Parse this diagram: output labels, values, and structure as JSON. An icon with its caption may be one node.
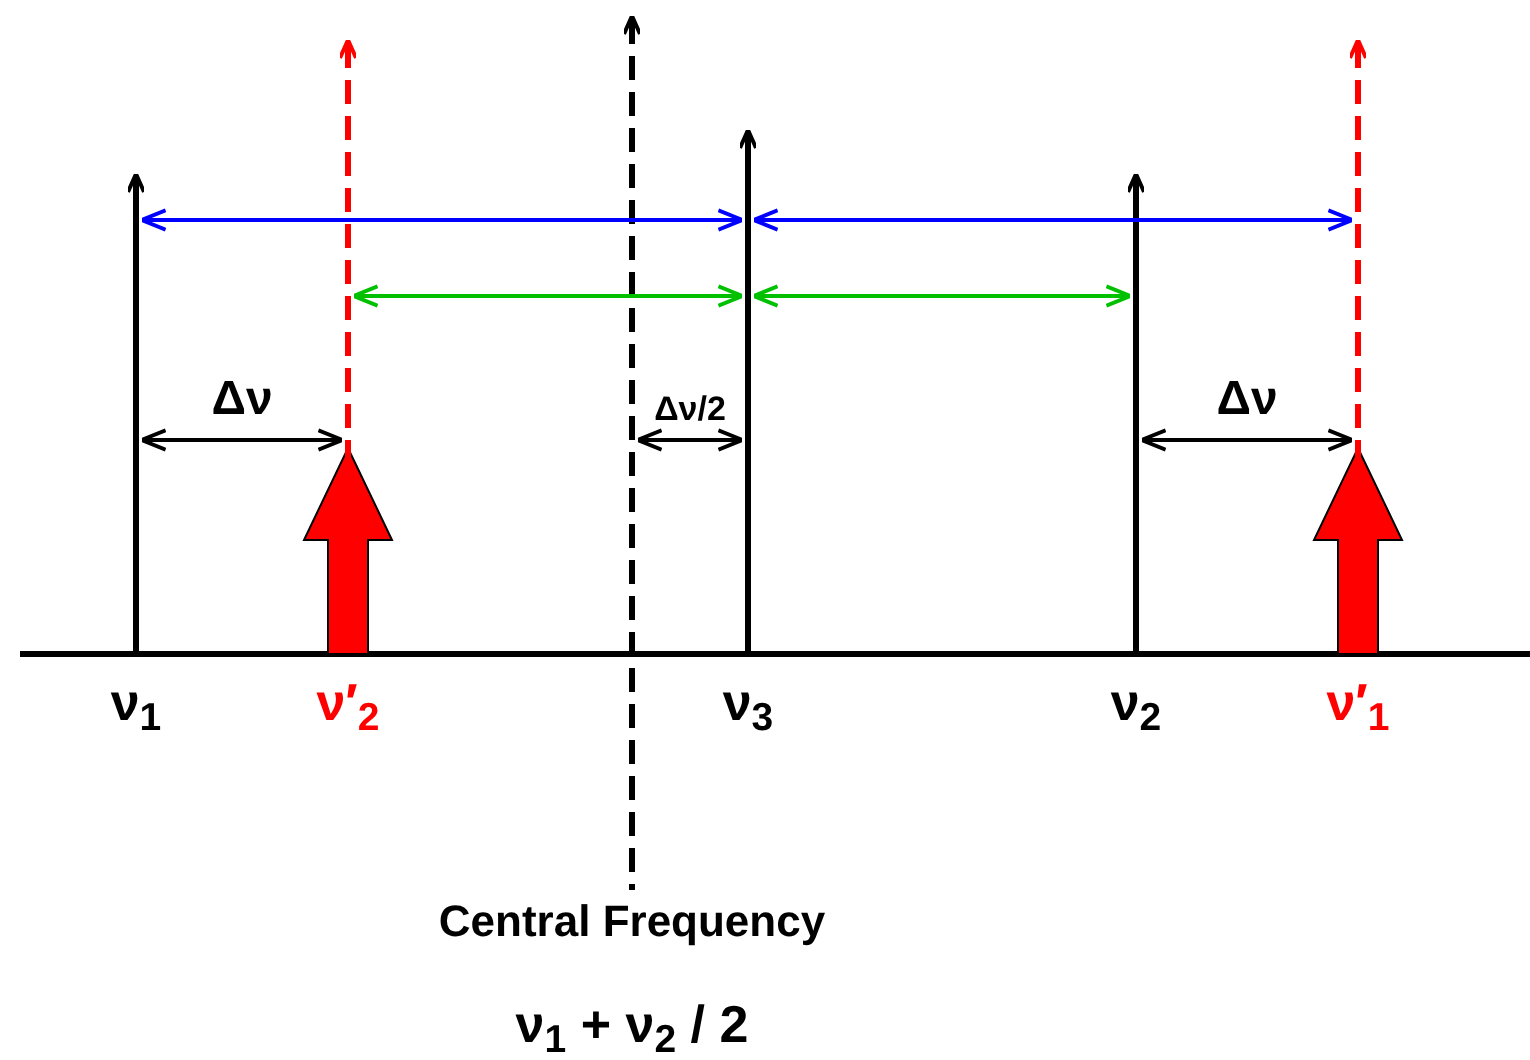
{
  "diagram": {
    "nodes": [
      {
        "text": [],
        "shape": "bar",
        "beside": [
          "ν$_{1}$"
        ]
      },
      {
        "text": [],
        "shape": "bar",
        "beside": [
          "ν′$_{2}$"
        ]
      },
      {
        "text": [],
        "shape": "bar",
        "beside": [
          "Central Frequency",
          "ν$_{1}$ + ν$_{2}$ / 2"
        ]
      },
      {
        "text": [],
        "shape": "bar",
        "beside": [
          "ν$_{3}$"
        ]
      },
      {
        "text": [],
        "shape": "bar",
        "beside": [
          "ν$_{2}$"
        ]
      },
      {
        "text": [],
        "shape": "bar",
        "beside": [
          "ν′$_{1}$"
        ]
      }
    ],
    "edges": [
      {
        "from": 0,
        "to": 3,
        "arrow": "both",
        "color": "#0000ff"
      },
      {
        "from": 3,
        "to": 5,
        "arrow": "both",
        "color": "#0000ff"
      },
      {
        "from": 1,
        "to": 3,
        "arrow": "both",
        "color": "#00c000"
      },
      {
        "from": 3,
        "to": 4,
        "arrow": "both",
        "color": "#00c000"
      },
      {
        "from": 0,
        "to": 1,
        "arrow": "both",
        "label": "Δν"
      },
      {
        "from": 2,
        "to": 3,
        "arrow": "both",
        "label": "Δν/2"
      },
      {
        "from": 4,
        "to": 5,
        "arrow": "both",
        "label": "Δν"
      }
    ]
  }
}
